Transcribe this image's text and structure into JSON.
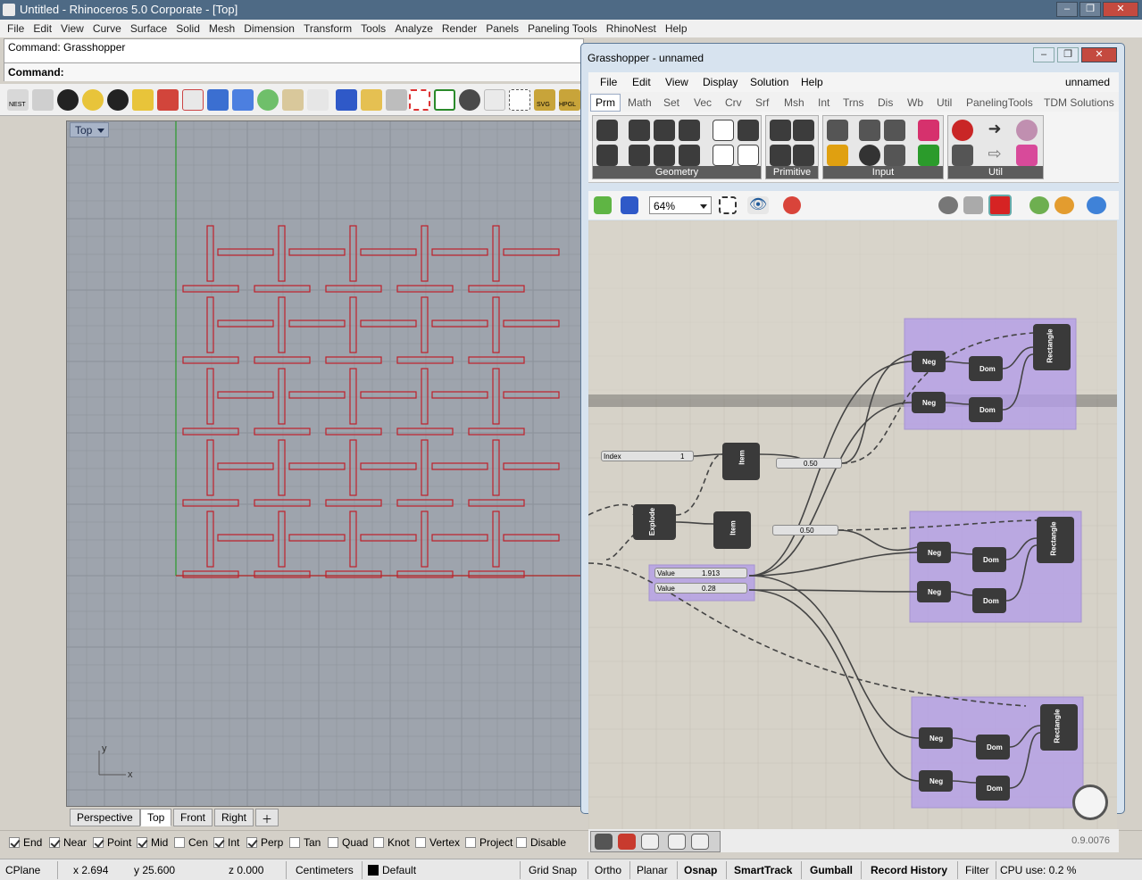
{
  "rhino": {
    "title": "Untitled - Rhinoceros  5.0 Corporate - [Top]",
    "menu": [
      "File",
      "Edit",
      "View",
      "Curve",
      "Surface",
      "Solid",
      "Mesh",
      "Dimension",
      "Transform",
      "Tools",
      "Analyze",
      "Render",
      "Panels",
      "Paneling Tools",
      "RhinoNest",
      "Help"
    ],
    "command_history": "Command: Grasshopper",
    "command_prompt": "Command:",
    "toolbar_labels": {
      "nest": "NEST",
      "svg": "SVG",
      "hpgl": "HPGL"
    },
    "viewport": {
      "name": "Top",
      "axis_y": "y",
      "axis_x": "x"
    },
    "view_tabs": [
      "Perspective",
      "Top",
      "Front",
      "Right"
    ],
    "active_view_tab": "Top",
    "osnaps": [
      {
        "label": "End",
        "checked": true
      },
      {
        "label": "Near",
        "checked": true
      },
      {
        "label": "Point",
        "checked": true
      },
      {
        "label": "Mid",
        "checked": true
      },
      {
        "label": "Cen",
        "checked": false
      },
      {
        "label": "Int",
        "checked": true
      },
      {
        "label": "Perp",
        "checked": true
      },
      {
        "label": "Tan",
        "checked": false
      },
      {
        "label": "Quad",
        "checked": false
      },
      {
        "label": "Knot",
        "checked": false
      },
      {
        "label": "Vertex",
        "checked": false
      },
      {
        "label": "Project",
        "checked": false
      },
      {
        "label": "Disable",
        "checked": false
      }
    ],
    "status": {
      "cplane": "CPlane",
      "x": "x 2.694",
      "y": "y 25.600",
      "z": "z 0.000",
      "units": "Centimeters",
      "layer": "Default",
      "grid_snap": "Grid Snap",
      "ortho": "Ortho",
      "planar": "Planar",
      "osnap": "Osnap",
      "smarttrack": "SmartTrack",
      "gumball": "Gumball",
      "record_history": "Record History",
      "filter": "Filter",
      "cpu": "CPU use: 0.2 %"
    }
  },
  "grasshopper": {
    "title": "Grasshopper - unnamed",
    "menu": [
      "File",
      "Edit",
      "View",
      "Display",
      "Solution",
      "Help"
    ],
    "doc_name": "unnamed",
    "tabs": [
      "Prm",
      "Math",
      "Set",
      "Vec",
      "Crv",
      "Srf",
      "Msh",
      "Int",
      "Trns",
      "Dis",
      "Wb",
      "Util",
      "PanelingTools",
      "TDM Solutions"
    ],
    "active_tab": "Prm",
    "groups": [
      "Geometry",
      "Primitive",
      "Input",
      "Util"
    ],
    "zoom": "64%",
    "version": "0.9.0076",
    "footer_text": "_",
    "nodes": {
      "index_label": "Index",
      "index_value": "1",
      "item": "Item",
      "explode": "Explode",
      "slider1_value": "0.50",
      "slider2_value": "0.50",
      "value_label": "Value",
      "value1": "1.913",
      "value2": "0.28",
      "neg": "Neg",
      "dom": "Dom",
      "rectangle": "Rectangle"
    }
  },
  "colors": {
    "curve": "#c0202a",
    "group": "#b49ee8",
    "node": "#3a3a3a",
    "grid": "#8b9199"
  }
}
